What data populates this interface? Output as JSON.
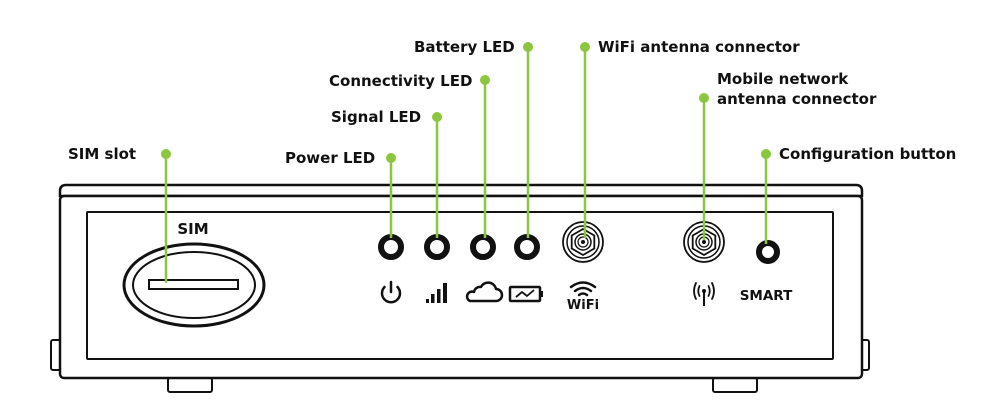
{
  "labels": {
    "sim_slot": "SIM slot",
    "power_led": "Power LED",
    "signal_led": "Signal LED",
    "connectivity_led": "Connectivity LED",
    "battery_led": "Battery LED",
    "wifi_connector": "WiFi antenna connector",
    "mobile_connector_line1": "Mobile network",
    "mobile_connector_line2": "antenna connector",
    "config_button": "Configuration button"
  },
  "panel": {
    "sim_text": "SIM",
    "wifi_text": "WiFi",
    "smart_text": "SMART"
  },
  "colors": {
    "accent": "#8cc63f",
    "outline": "#111111",
    "background": "#ffffff"
  },
  "icons": [
    "power-icon",
    "signal-bars-icon",
    "cloud-icon",
    "battery-icon",
    "wifi-icon",
    "antenna-icon"
  ]
}
